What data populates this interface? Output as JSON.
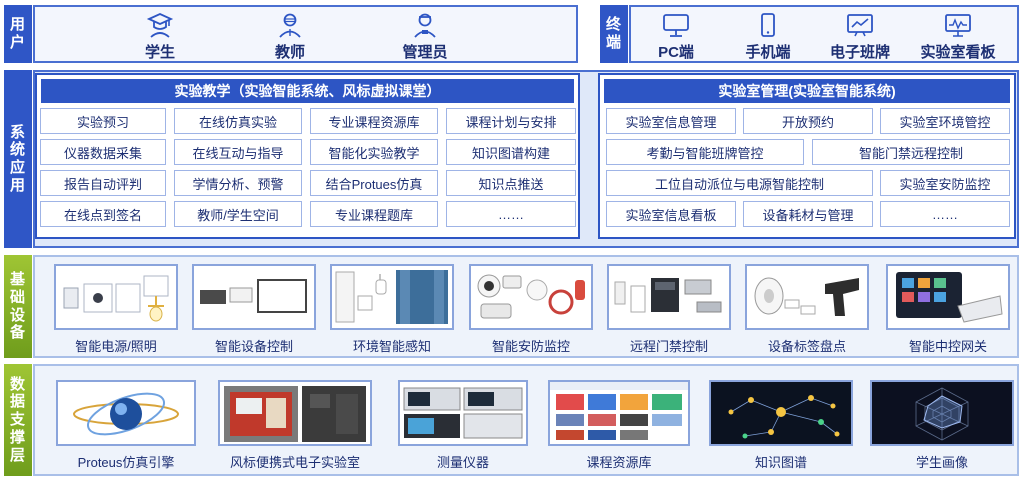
{
  "users": {
    "label": [
      "用",
      "户"
    ],
    "items": [
      {
        "label": "学生",
        "icon": "student-icon"
      },
      {
        "label": "教师",
        "icon": "teacher-icon"
      },
      {
        "label": "管理员",
        "icon": "admin-icon"
      }
    ]
  },
  "terminals": {
    "label": [
      "终",
      "端"
    ],
    "items": [
      {
        "label": "PC端",
        "icon": "monitor-icon"
      },
      {
        "label": "手机端",
        "icon": "phone-icon"
      },
      {
        "label": "电子班牌",
        "icon": "board-icon"
      },
      {
        "label": "实验室看板",
        "icon": "dashboard-icon"
      }
    ]
  },
  "system": {
    "label": [
      "系",
      "统",
      "应",
      "用"
    ],
    "teaching": {
      "title": "实验教学（实验智能系统、风标虚拟课堂）",
      "rows": [
        [
          "实验预习",
          "在线仿真实验",
          "专业课程资源库",
          "课程计划与安排"
        ],
        [
          "仪器数据采集",
          "在线互动与指导",
          "智能化实验教学",
          "知识图谱构建"
        ],
        [
          "报告自动评判",
          "学情分析、预警",
          "结合Protues仿真",
          "知识点推送"
        ],
        [
          "在线点到签名",
          "教师/学生空间",
          "专业课程题库",
          "……"
        ]
      ]
    },
    "management": {
      "title": "实验室管理(实验室智能系统)",
      "rows": [
        [
          "实验室信息管理",
          "开放预约",
          "实验室环境管控"
        ],
        [
          "考勤与智能班牌管控",
          "智能门禁远程控制"
        ],
        [
          "工位自动派位与电源智能控制",
          "实验室安防监控"
        ],
        [
          "实验室信息看板",
          "设备耗材与管理",
          "……"
        ]
      ]
    }
  },
  "devices": {
    "label": [
      "基",
      "础",
      "设",
      "备"
    ],
    "items": [
      "智能电源/照明",
      "智能设备控制",
      "环境智能感知",
      "智能安防监控",
      "远程门禁控制",
      "设备标签盘点",
      "智能中控网关"
    ]
  },
  "data_layer": {
    "label": [
      "数",
      "据",
      "支",
      "撑",
      "层"
    ],
    "items": [
      "Proteus仿真引擎",
      "风标便携式电子实验室",
      "测量仪器",
      "课程资源库",
      "知识图谱",
      "学生画像"
    ]
  },
  "colors": {
    "primary_blue": "#2d55c4",
    "tab_green": "#8bb52a",
    "text_navy": "#1d2f73",
    "panel_bg": "#f3f6fd"
  }
}
